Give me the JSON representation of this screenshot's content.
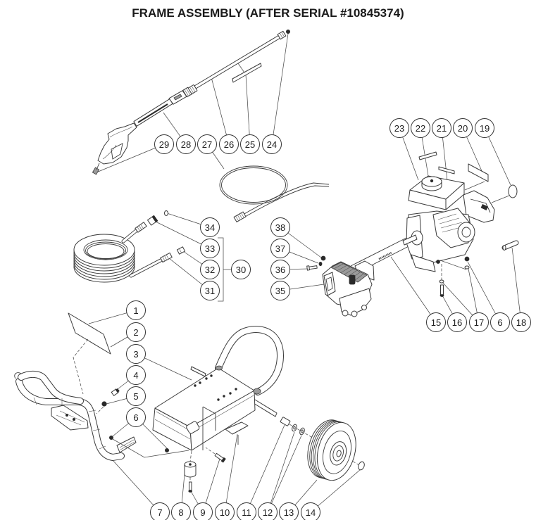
{
  "title": "FRAME ASSEMBLY (AFTER SERIAL #10845374)",
  "callouts": {
    "wand_group": [
      "29",
      "28",
      "27",
      "26",
      "25",
      "24"
    ],
    "engine_top": [
      "23",
      "22",
      "21",
      "20",
      "19"
    ],
    "hose_group": [
      "34",
      "33",
      "32",
      "31",
      "30"
    ],
    "pump_group": [
      "38",
      "37",
      "36",
      "35"
    ],
    "engine_hardware": [
      "15",
      "16",
      "17",
      "6",
      "18"
    ],
    "frame_left": [
      "1",
      "2",
      "3",
      "4",
      "5",
      "6"
    ],
    "frame_bottom": [
      "7",
      "8",
      "9",
      "10",
      "11",
      "12",
      "13",
      "14"
    ]
  },
  "colors": {
    "line": "#3a3a3a",
    "background": "#ffffff",
    "text": "#1e1e1e"
  }
}
